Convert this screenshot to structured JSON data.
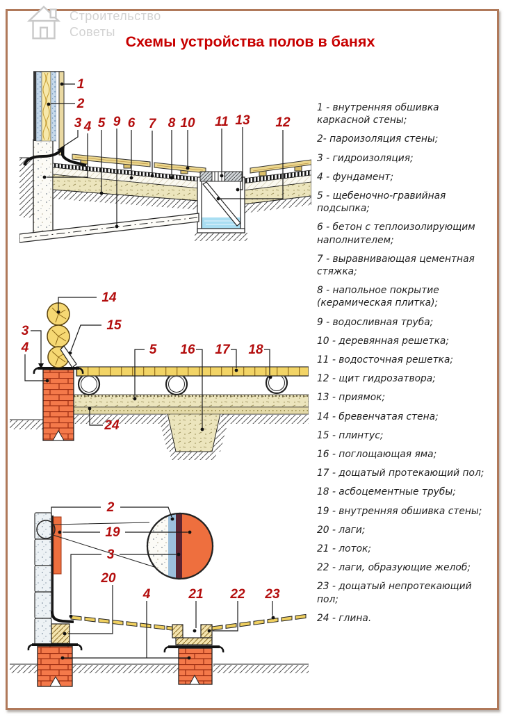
{
  "watermark": {
    "line1": "Строительство",
    "line2": "Советы"
  },
  "title": "Схемы устройства полов в банях",
  "colors": {
    "title_red": "#c70000",
    "callout_red": "#b30d0d",
    "frame_brown": "#b0795a",
    "gravel_beige": "#ece5bd",
    "brick_orange": "#f4794a",
    "water_blue": "#a9def2"
  },
  "legend": {
    "items": [
      "1 - внутренняя обшивка каркасной стены;",
      "2- пароизоляция стены;",
      "3 - гидроизоляция;",
      "4 - фундамент;",
      "5 - щебеночно-гравийная подсыпка;",
      "6 - бетон с теплоизолирующим наполнителем;",
      "7 - выравнивающая цементная стяжка;",
      "8 - напольное покрытие (керамическая плитка);",
      "9 - водосливная труба;",
      "10 - деревянная решетка;",
      "11 - водосточная решетка;",
      "12 - щит гидрозатвора;",
      "13 - приямок;",
      "14 - бревенчатая стена;",
      "15 - плинтус;",
      "16 - поглощающая яма;",
      "17 - дощатый протекающий пол;",
      "18 - асбоцементные трубы;",
      "19 - внутренняя обшивка стены;",
      "20 - лаги;",
      "21 - лоток;",
      "22 - лаги, образующие желоб;",
      "23 - дощатый непротекающий пол;",
      "24 - глина."
    ]
  },
  "diagrams": [
    {
      "id": "scheme-1-concrete-floor-with-drain-pit",
      "callouts": [
        "1",
        "2",
        "3",
        "4",
        "5",
        "9",
        "6",
        "7",
        "8",
        "10",
        "11",
        "13",
        "12"
      ]
    },
    {
      "id": "scheme-2-leaking-plank-floor-absorbing-pit",
      "callouts": [
        "14",
        "15",
        "3",
        "4",
        "5",
        "16",
        "17",
        "18",
        "24"
      ]
    },
    {
      "id": "scheme-3-non-leaking-plank-floor-with-trough",
      "callouts": [
        "2",
        "19",
        "3",
        "20",
        "4",
        "21",
        "22",
        "23"
      ]
    }
  ]
}
